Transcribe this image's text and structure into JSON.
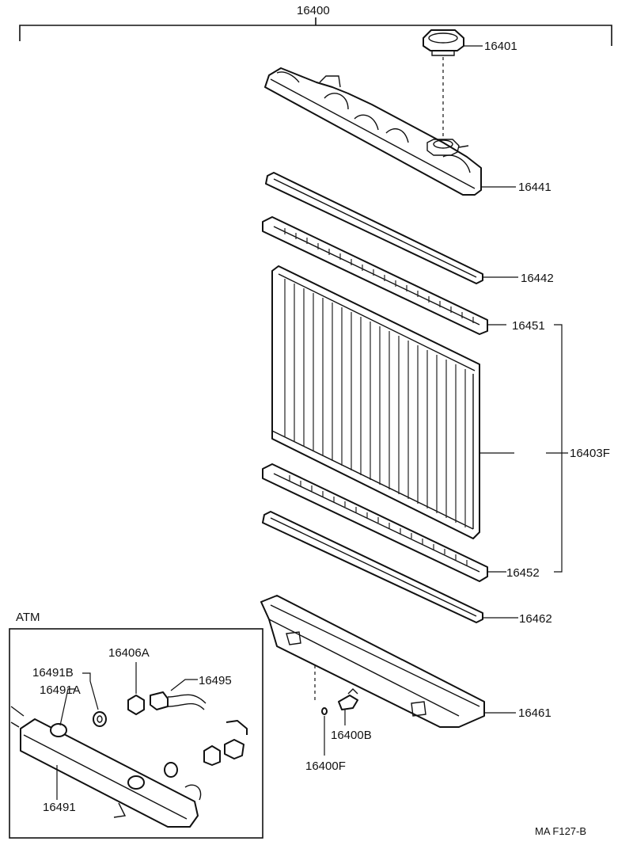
{
  "labels": {
    "assembly": "16400",
    "cap": "16401",
    "upper_tank": "16441",
    "upper_gasket": "16442",
    "upper_plate": "16451",
    "core": "16403F",
    "lower_plate": "16452",
    "lower_gasket": "16462",
    "lower_tank": "16461",
    "drain_cock": "16400B",
    "drain_plug": "16400F",
    "atm_title": "ATM",
    "oil_cooler": "16491",
    "cooler_b": "16491B",
    "cooler_a": "16491A",
    "washer": "16406A",
    "pipe": "16495",
    "code": "MA  F127-B"
  }
}
